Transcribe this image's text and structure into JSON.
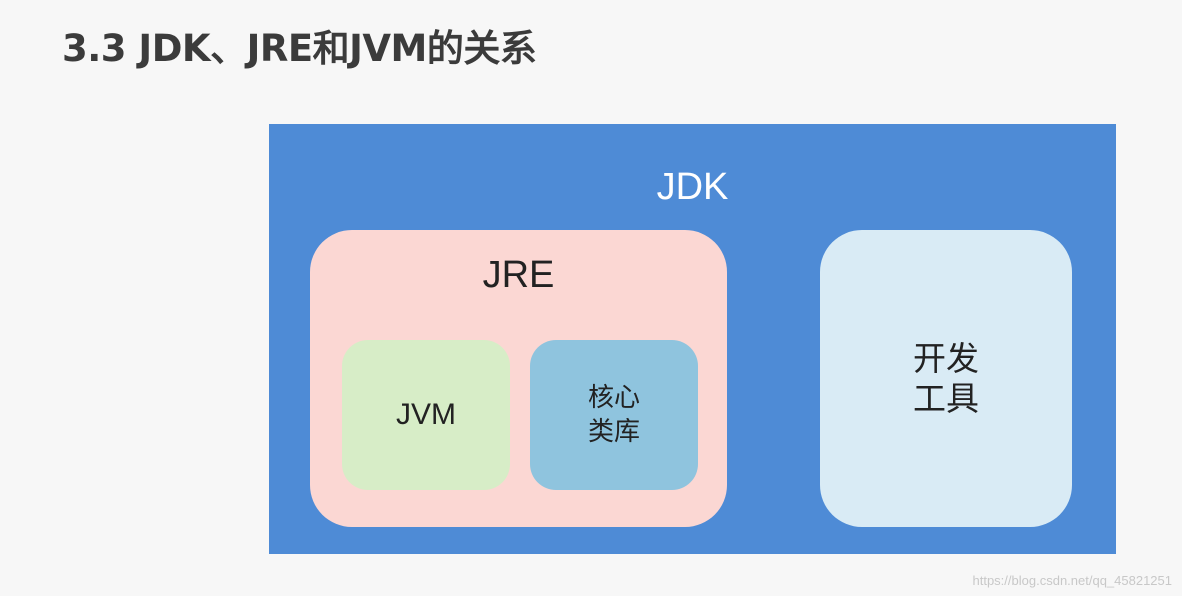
{
  "title": "3.3 JDK、JRE和JVM的关系",
  "diagram": {
    "jdk_label": "JDK",
    "jre_label": "JRE",
    "jvm_label": "JVM",
    "core_lib_label": "核心类库",
    "dev_tools_label": "开发工具"
  },
  "watermark": "https://blog.csdn.net/qq_45821251",
  "colors": {
    "jdk": "#4e8bd6",
    "jre": "#fbd7d3",
    "jvm": "#d7edc7",
    "core_lib": "#8fc4de",
    "dev_tools": "#d9ebf5"
  }
}
